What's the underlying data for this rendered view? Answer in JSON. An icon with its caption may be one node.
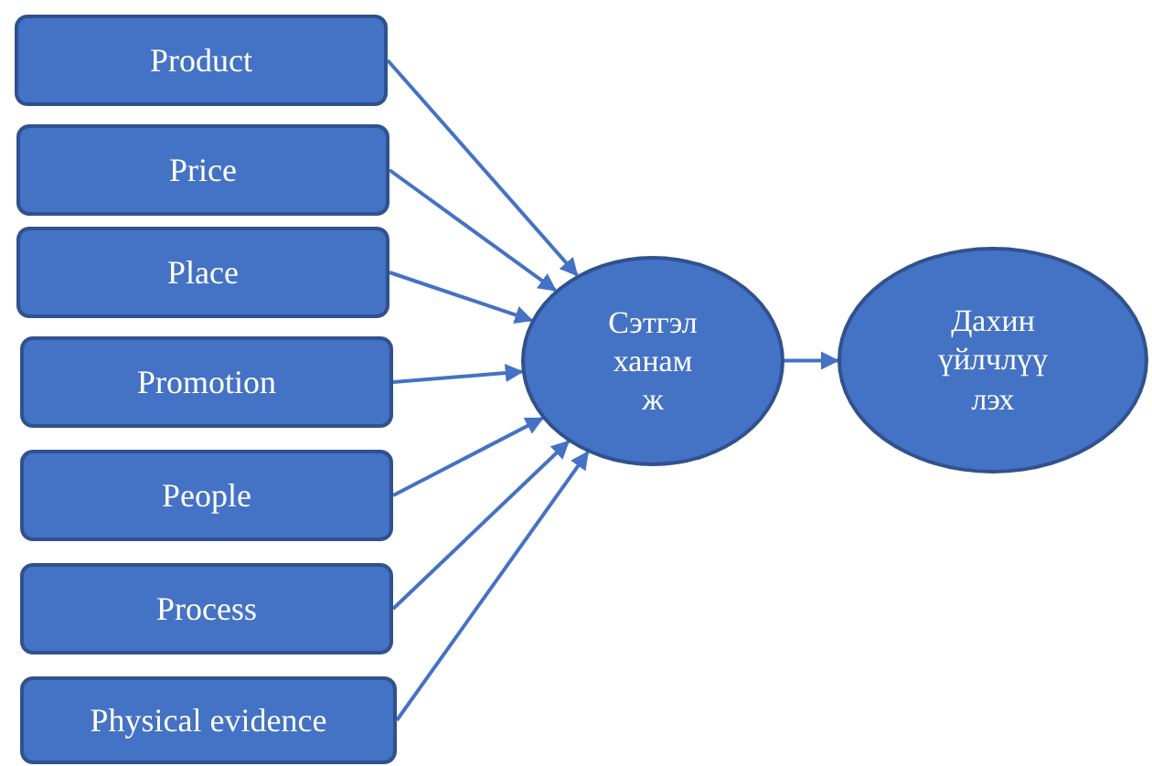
{
  "diagram": {
    "nodes": [
      {
        "text": [
          "Product"
        ]
      },
      {
        "text": [
          "Price"
        ]
      },
      {
        "text": [
          "Place"
        ]
      },
      {
        "text": [
          "Promotion"
        ]
      },
      {
        "text": [
          "People"
        ]
      },
      {
        "text": [
          "Process"
        ]
      },
      {
        "text": [
          "Physical evidence"
        ]
      },
      {
        "text": [
          "Сэтгэл ханам ж"
        ]
      },
      {
        "text": [
          "Дахин үйлчлүү лэх"
        ]
      }
    ],
    "edges": [
      {
        "from": 0,
        "to": 7,
        "arrow": "to"
      },
      {
        "from": 1,
        "to": 7,
        "arrow": "to"
      },
      {
        "from": 2,
        "to": 7,
        "arrow": "to"
      },
      {
        "from": 3,
        "to": 7,
        "arrow": "to"
      },
      {
        "from": 4,
        "to": 7,
        "arrow": "to"
      },
      {
        "from": 5,
        "to": 7,
        "arrow": "to"
      },
      {
        "from": 6,
        "to": 7,
        "arrow": "to"
      },
      {
        "from": 7,
        "to": 8,
        "arrow": "to"
      }
    ]
  }
}
